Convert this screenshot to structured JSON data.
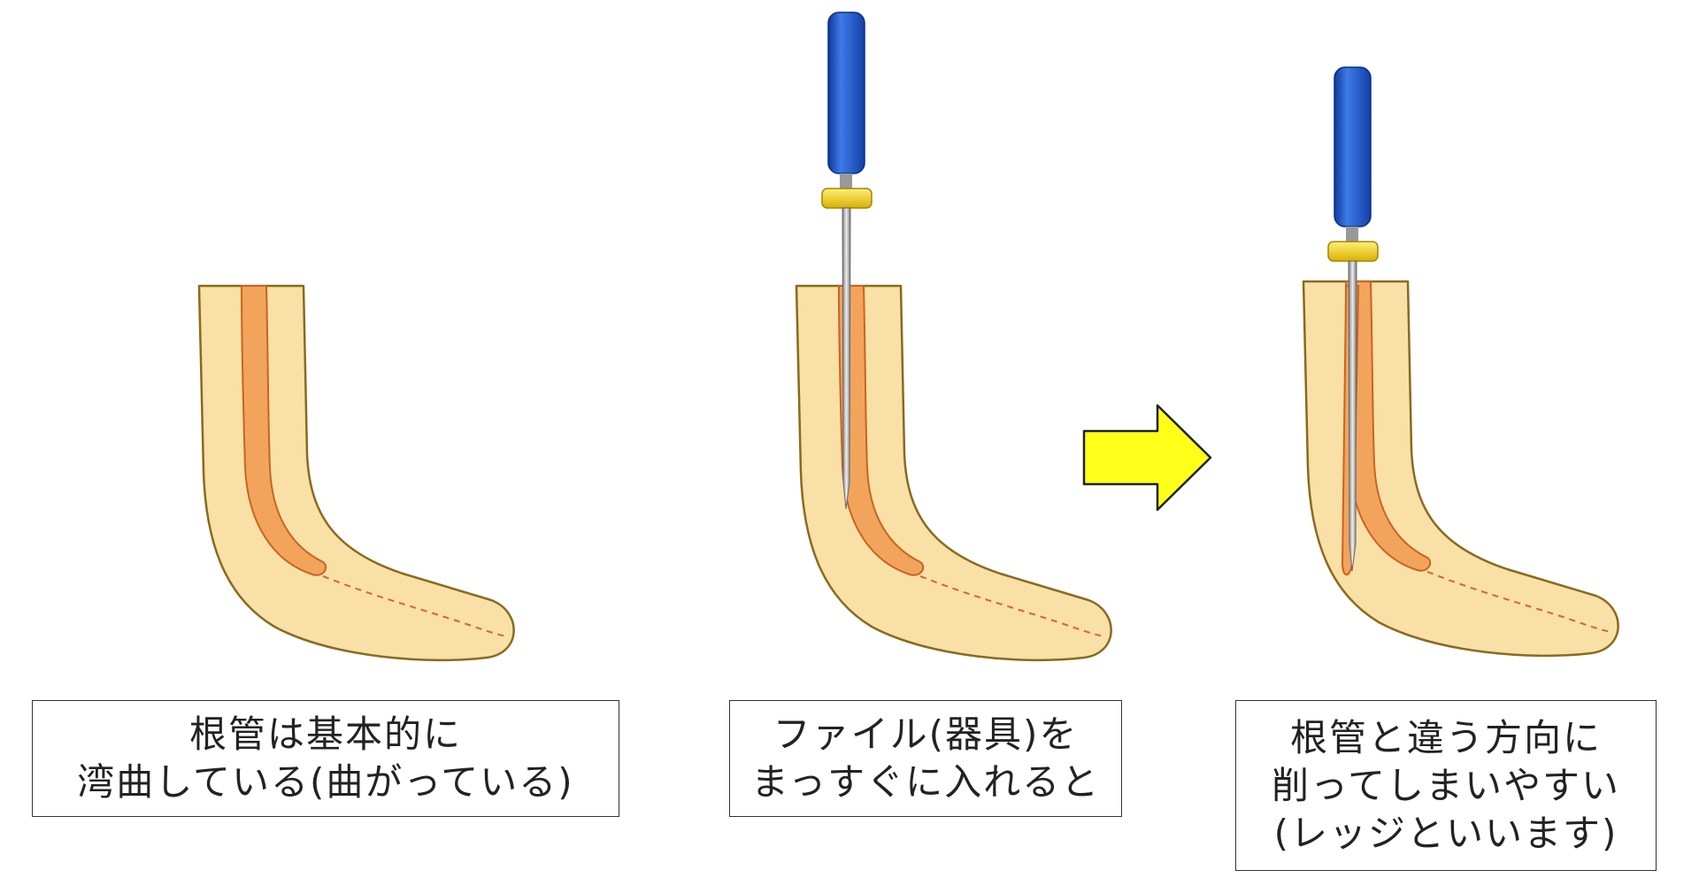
{
  "panels": [
    {
      "caption_lines": [
        "根管は基本的に",
        "湾曲している(曲がっている)"
      ]
    },
    {
      "caption_lines": [
        "ファイル(器具)を",
        "まっすぐに入れると"
      ]
    },
    {
      "caption_lines": [
        "根管と違う方向に",
        "削ってしまいやすい",
        "(レッジといいます)"
      ]
    }
  ],
  "colors": {
    "root_fill": "#f9e0a6",
    "root_outline": "#8a6a1e",
    "canal_fill": "#f2a45c",
    "canal_outline": "#c86422",
    "dashed_canal": "#d9603a",
    "file_handle": "#1f56c8",
    "stopper": "#f4d21a",
    "arrow_fill": "#ffff19",
    "arrow_outline": "#222222"
  },
  "icons": [
    "root-canal-diagram",
    "endodontic-file-icon",
    "right-arrow-icon"
  ]
}
